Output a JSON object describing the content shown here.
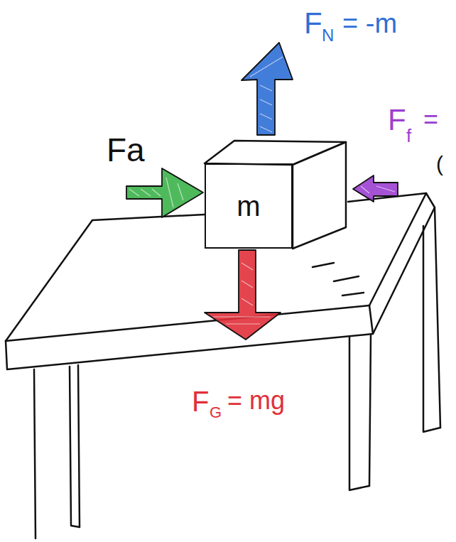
{
  "diagram": {
    "nodes": [
      {
        "text": [
          "m"
        ]
      }
    ],
    "labels": [
      "F",
      "N",
      "= -m",
      "F",
      "f",
      "=",
      "(",
      "Fa",
      "F",
      "G",
      "= mg"
    ]
  }
}
